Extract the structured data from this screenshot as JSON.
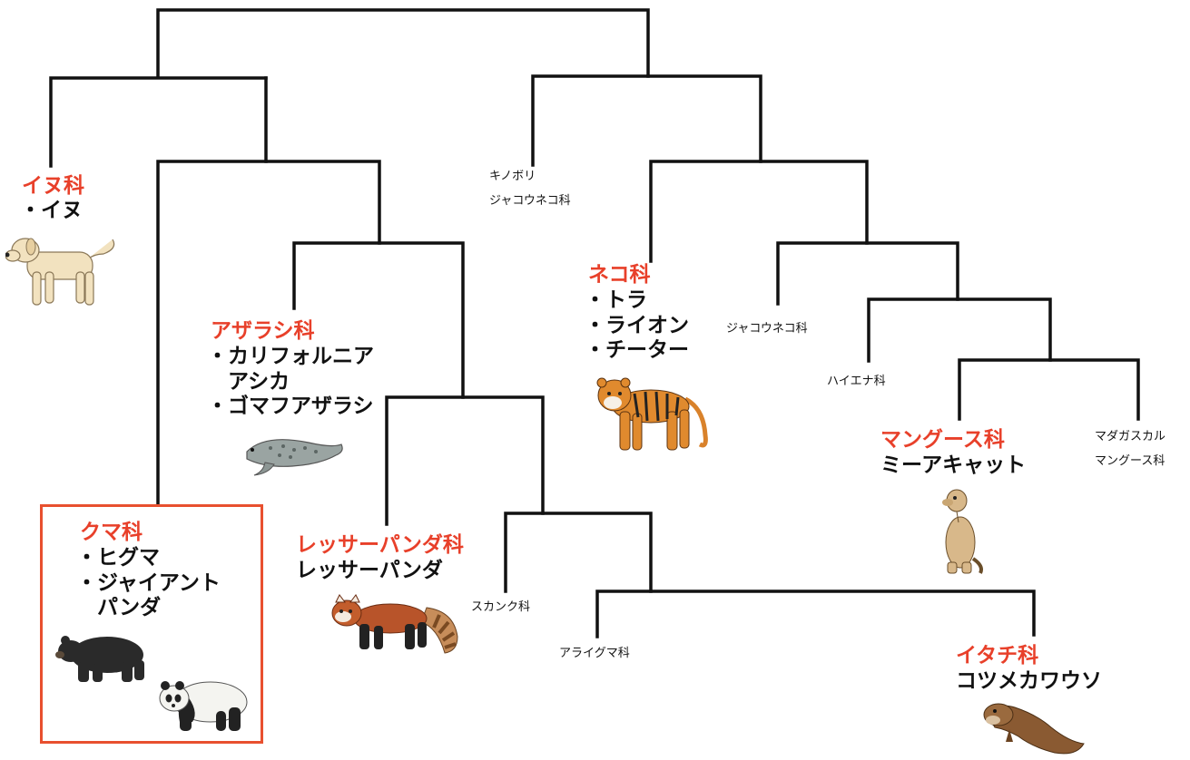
{
  "labels": {
    "canidae": "イヌ科",
    "canidae_species": "イヌ",
    "pinnipeds": "アザラシ科",
    "pinniped_species_1a": "カリフォルニア",
    "pinniped_species_1b": "アシカ",
    "pinniped_species_2": "ゴマフアザラシ",
    "ursidae": "クマ科",
    "ursid_species_1": "ヒグマ",
    "ursid_species_2a": "ジャイアント",
    "ursid_species_2b": "パンダ",
    "ailuridae": "レッサーパンダ科",
    "ailurid_species": "レッサーパンダ",
    "skunk": "スカンク科",
    "raccoon": "アライグマ科",
    "mustelidae": "イタチ科",
    "mustelid_species": "コツメカワウソ",
    "nandiniidae_a": "キノボリ",
    "nandiniidae_b": "ジャコウネコ科",
    "felidae": "ネコ科",
    "felid_species_1": "トラ",
    "felid_species_2": "ライオン",
    "felid_species_3": "チーター",
    "viverridae": "ジャコウネコ科",
    "hyaenidae": "ハイエナ科",
    "herpestidae": "マングース科",
    "herpestid_species": "ミーアキャット",
    "eupleridae_a": "マダガスカル",
    "eupleridae_b": "マングース科"
  },
  "colors": {
    "family": "#e8402a",
    "text": "#111111",
    "line": "#111111",
    "highlight_box": "#e8502f"
  },
  "animals": [
    "dog",
    "seal",
    "black-bear",
    "giant-panda",
    "red-panda",
    "tiger",
    "meerkat",
    "otter"
  ]
}
